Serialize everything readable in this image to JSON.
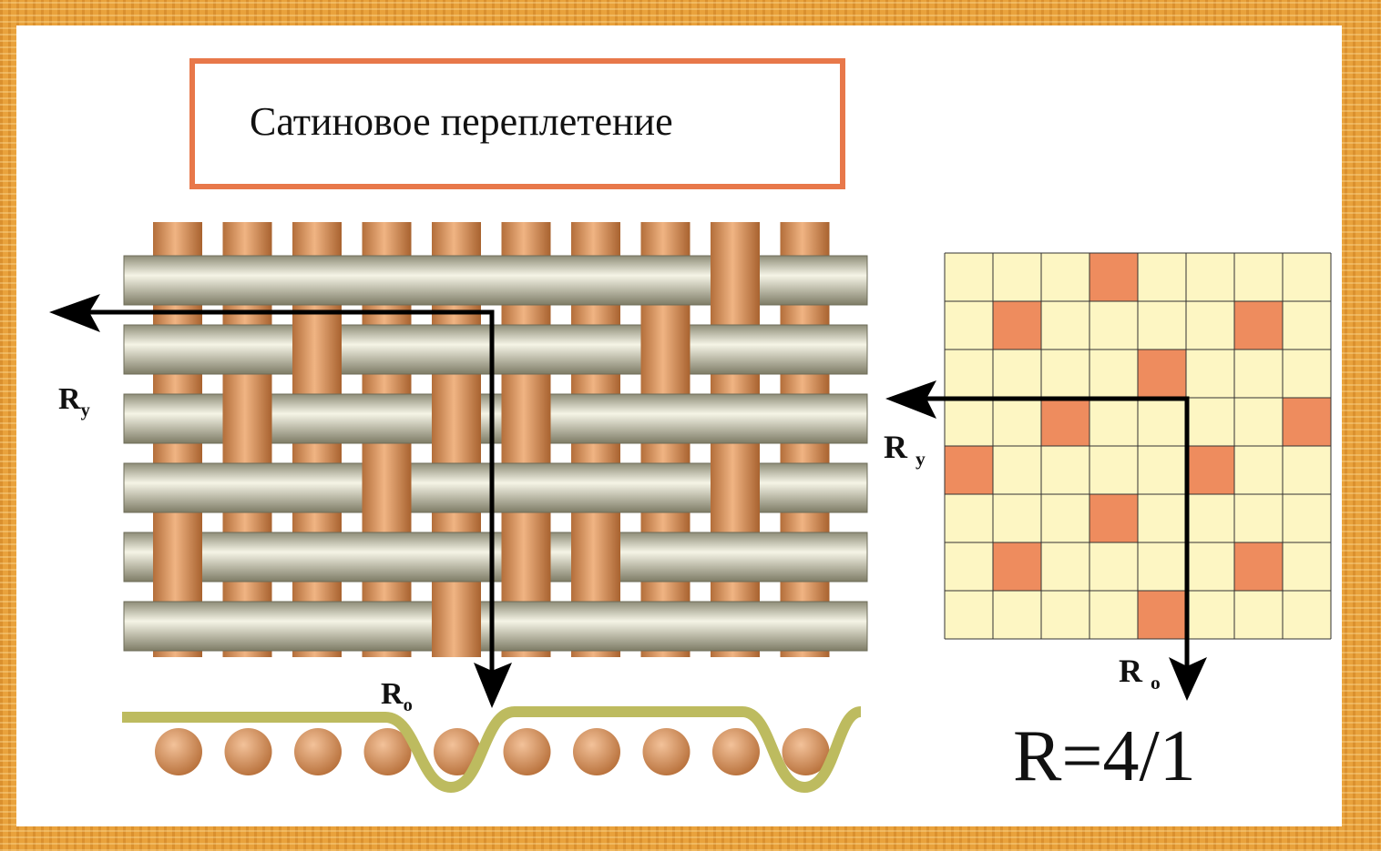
{
  "title": "Сатиновое переплетение",
  "labels": {
    "weave_ry_main": "R",
    "weave_ry_sub": "y",
    "weave_ro_main": "R",
    "weave_ro_sub": "o",
    "grid_ry_main": "R",
    "grid_ry_sub": "y",
    "grid_ro_main": "R",
    "grid_ro_sub": "o",
    "ratio": "R=4/1"
  },
  "colors": {
    "frame": "#E9A23C",
    "title_border": "#E8784A",
    "warp": "#D9935F",
    "weft": "#C8C6A8",
    "grid_fill": "#FDF6C3",
    "grid_mark": "#EE8C5E",
    "wave": "#BDBB5F",
    "arrow": "#000000"
  },
  "weave": {
    "warp_count": 10,
    "weft_count": 6,
    "warp_over_weft": [
      [
        8
      ],
      [
        2,
        7
      ],
      [
        1,
        4,
        5
      ],
      [
        3,
        8
      ],
      [
        0,
        5,
        6
      ],
      [
        4
      ]
    ]
  },
  "grid": {
    "rows": 8,
    "cols": 8,
    "marked": [
      [
        0,
        3
      ],
      [
        1,
        1
      ],
      [
        1,
        6
      ],
      [
        2,
        4
      ],
      [
        3,
        2
      ],
      [
        3,
        7
      ],
      [
        4,
        0
      ],
      [
        4,
        5
      ],
      [
        5,
        3
      ],
      [
        6,
        1
      ],
      [
        6,
        6
      ],
      [
        7,
        4
      ]
    ]
  }
}
